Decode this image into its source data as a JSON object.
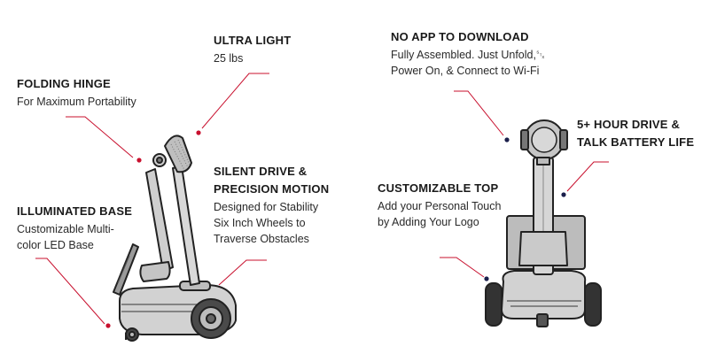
{
  "callouts": {
    "ultra_light": {
      "title": "ULTRA LIGHT",
      "lines": [
        "25 lbs"
      ]
    },
    "folding_hinge": {
      "title": "FOLDING HINGE",
      "lines": [
        "For Maximum Portability"
      ]
    },
    "illuminated_base": {
      "title": "ILLUMINATED BASE",
      "lines": [
        "Customizable Multi-",
        "color LED Base"
      ]
    },
    "silent_drive": {
      "title_lines": [
        "SILENT DRIVE &",
        "PRECISION MOTION"
      ],
      "lines": [
        "Designed for Stability",
        "Six Inch Wheels to",
        "Traverse Obstacles"
      ]
    },
    "no_app": {
      "title": "NO APP TO DOWNLOAD",
      "lines": [
        "Fully Assembled. Just Unfold,␂",
        "Power On, & Connect to Wi-Fi"
      ]
    },
    "battery": {
      "title_lines": [
        "5+ HOUR DRIVE &",
        "TALK BATTERY LIFE"
      ]
    },
    "custom_top": {
      "title": "CUSTOMIZABLE TOP",
      "lines": [
        "Add your Personal Touch",
        "by Adding Your Logo"
      ]
    }
  },
  "colors": {
    "leader_left": "#c8102e",
    "leader_right": "#c8102e",
    "dot_left": "#c8102e",
    "dot_right": "#1b1f4b",
    "robot_fill": "#cfcfcf",
    "robot_dark": "#5a5a5a",
    "outline": "#222222"
  },
  "icons": [
    "folded-robot-illustration",
    "unfolded-robot-illustration"
  ]
}
